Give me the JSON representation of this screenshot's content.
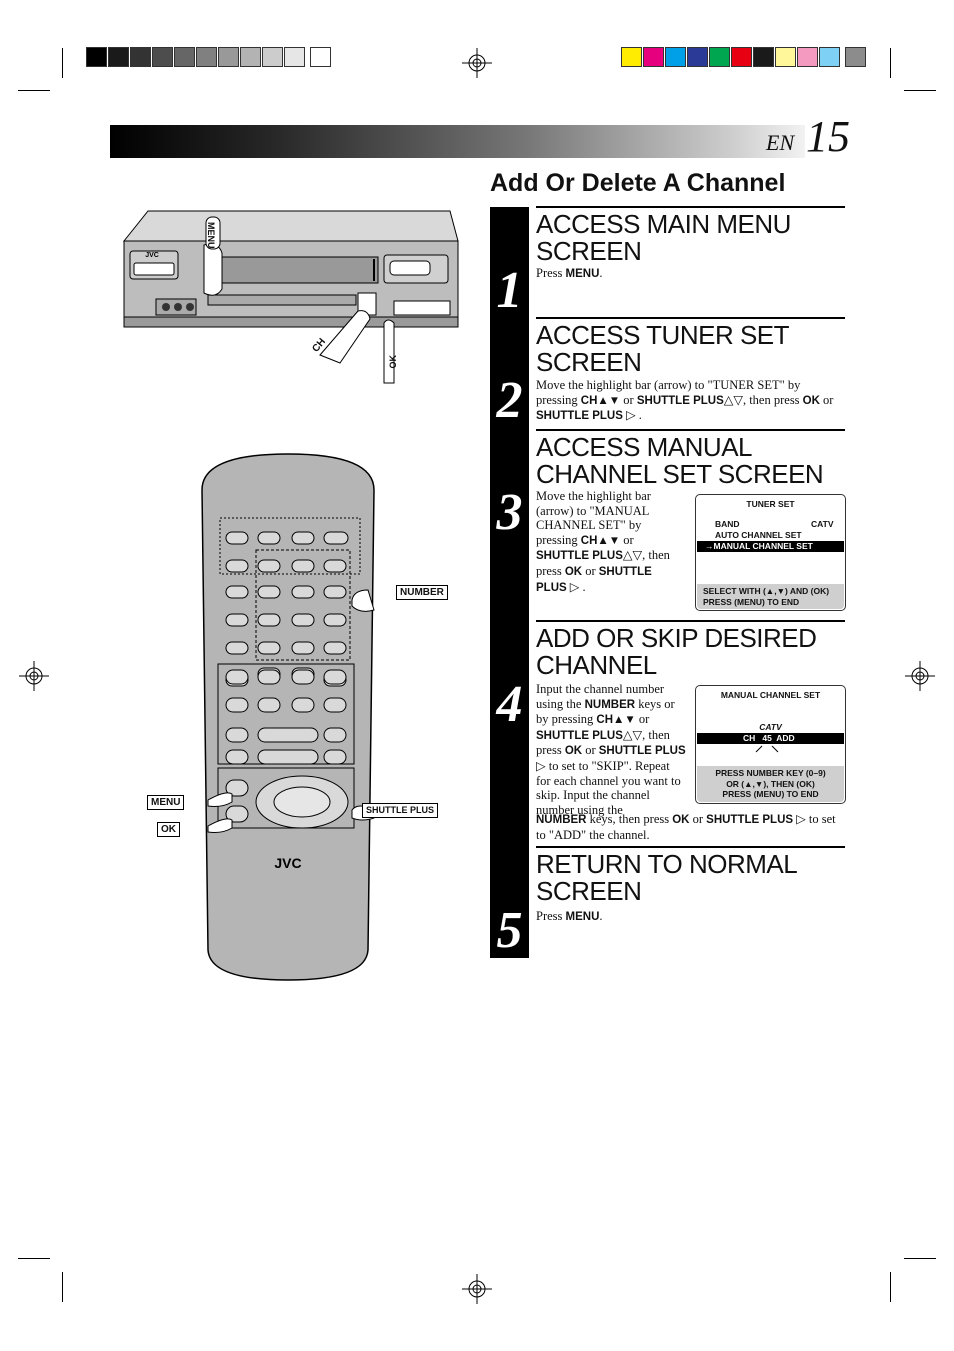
{
  "page": {
    "lang_code": "EN",
    "number": "15"
  },
  "section_title": "Add Or Delete A Channel",
  "steps": [
    {
      "num": "1",
      "heading_l1": "ACCESS MAIN MENU",
      "heading_l2": "SCREEN",
      "body": "Press <b>MENU</b>."
    },
    {
      "num": "2",
      "heading_l1": "ACCESS TUNER SET",
      "heading_l2": "SCREEN",
      "body": "Move the highlight bar (arrow) to \"TUNER SET\" by pressing <b>CH▲▼</b> or <b>SHUTTLE PLUS</b>△▽, then press <b>OK</b> or <b>SHUTTLE PLUS</b> ▷ ."
    },
    {
      "num": "3",
      "heading_l1": "ACCESS MANUAL",
      "heading_l2": "CHANNEL SET SCREEN",
      "body": "Move the highlight bar (arrow) to \"MANUAL CHANNEL SET\" by pressing <b>CH▲▼</b> or <b>SHUTTLE PLUS</b>△▽, then press <b>OK</b> or <b>SHUTTLE PLUS</b> ▷ ."
    },
    {
      "num": "4",
      "heading_l1": "ADD OR SKIP DESIRED",
      "heading_l2": "CHANNEL",
      "body_wrap": "Input the channel number using the <b>NUMBER</b> keys or by pressing <b>CH▲▼</b> or <b>SHUTTLE PLUS</b>△▽, then press <b>OK</b> or <b>SHUTTLE PLUS</b> ▷ to set to \"SKIP\". Repeat for each channel you want to skip. Input the channel number using the",
      "body_full": "<b>NUMBER</b> keys, then press <b>OK</b> or <b>SHUTTLE PLUS</b> ▷ to set to \"ADD\" the channel."
    },
    {
      "num": "5",
      "heading_l1": "RETURN TO NORMAL",
      "heading_l2": "SCREEN",
      "body": "Press <b>MENU</b>."
    }
  ],
  "osd_tuner": {
    "title": "TUNER SET",
    "band_label": "BAND",
    "band_value": "CATV",
    "item1": "AUTO CHANNEL SET",
    "item2": "→MANUAL CHANNEL SET",
    "foot1": "SELECT WITH (▲,▼) AND (OK)",
    "foot2": "PRESS (MENU) TO END"
  },
  "osd_manual": {
    "title": "MANUAL CHANNEL SET",
    "band": "CATV",
    "channel_line": "CH   45  ADD",
    "foot1": "PRESS NUMBER KEY (0–9)",
    "foot2": "OR (▲,▼), THEN (OK)",
    "foot3": "PRESS (MENU) TO END"
  },
  "vcr_labels": {
    "brand": "JVC",
    "menu": "MENU",
    "ch": "CH",
    "ok": "OK"
  },
  "remote_labels": {
    "brand": "JVC",
    "number": "NUMBER",
    "menu": "MENU",
    "ok": "OK",
    "shuttle_plus": "SHUTTLE PLUS"
  },
  "colors": {
    "header_band_dark": "#000000",
    "header_band_light": "#f2f2f2",
    "step_bar": "#000000",
    "remote_body": "#b5b5b5"
  }
}
